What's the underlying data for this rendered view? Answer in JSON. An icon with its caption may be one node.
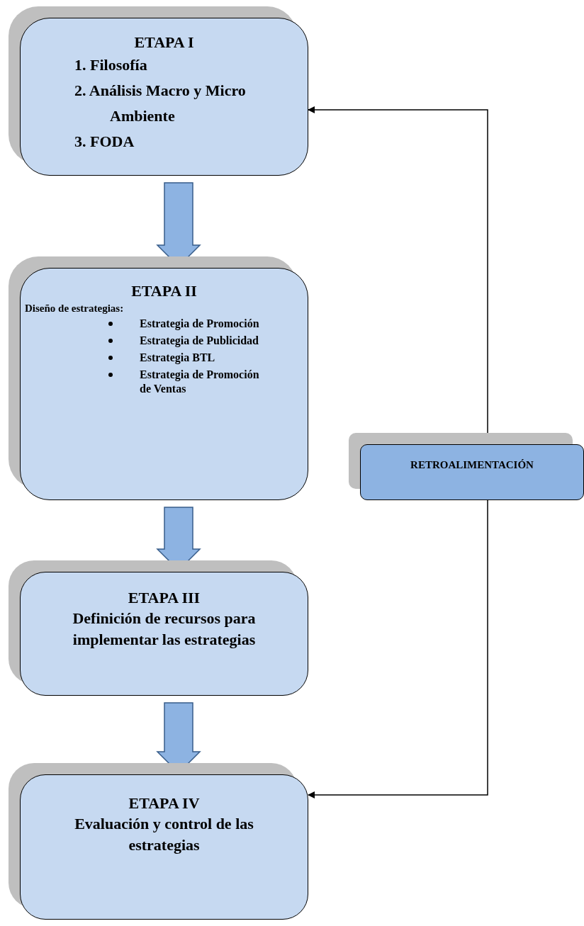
{
  "diagram": {
    "nodes": [
      {
        "text": [
          "ETAPA I",
          "1. Filosofía",
          "2. Análisis Macro y Micro Ambiente",
          "3. FODA"
        ]
      },
      {
        "text": [
          "ETAPA II",
          "Diseño de estrategias:",
          "Estrategia de Promoción",
          "Estrategia de Publicidad",
          "Estrategia BTL",
          "Estrategia de Promoción de Ventas"
        ]
      },
      {
        "text": [
          "ETAPA III",
          "Definición de recursos para implementar las estrategias"
        ]
      },
      {
        "text": [
          "ETAPA IV",
          "Evaluación y control de las estrategias"
        ]
      },
      {
        "text": [
          "RETROALIMENTACIÓN"
        ]
      }
    ],
    "edges": [
      {
        "from": 0,
        "to": 1,
        "arrow": "to",
        "style": "thick"
      },
      {
        "from": 1,
        "to": 2,
        "arrow": "to",
        "style": "thick"
      },
      {
        "from": 2,
        "to": 3,
        "arrow": "to",
        "style": "thick"
      },
      {
        "from": 4,
        "to": 0,
        "arrow": "to"
      },
      {
        "from": 4,
        "to": 3,
        "arrow": "to"
      }
    ]
  }
}
